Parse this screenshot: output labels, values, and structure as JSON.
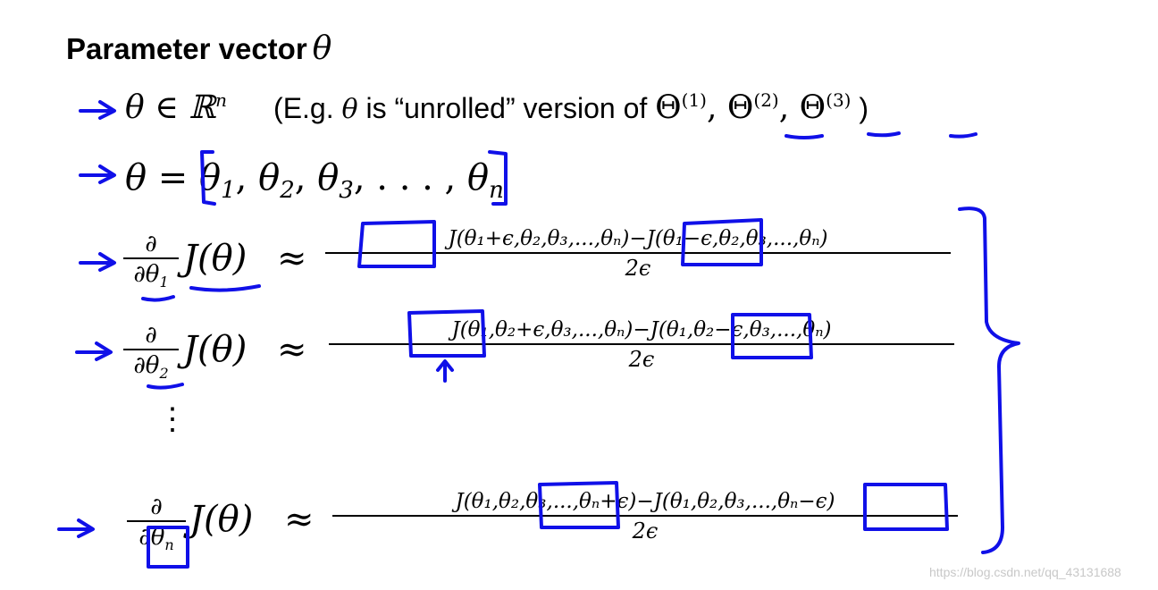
{
  "slide": {
    "title": "Parameter vector",
    "title_symbol": "θ",
    "line1": {
      "math": "θ ∈ ℝ",
      "math_exp": "n",
      "eg_prefix": "(E.g. ",
      "eg_theta": "θ",
      "eg_text": " is “unrolled” version of  ",
      "theta_list": [
        {
          "base": "Θ",
          "sup": "(1)"
        },
        {
          "base": "Θ",
          "sup": "(2)"
        },
        {
          "base": "Θ",
          "sup": "(3)"
        }
      ],
      "eg_suffix": " )"
    },
    "line2": {
      "lhs": "θ = ",
      "items": [
        {
          "base": "θ",
          "sub": "1"
        },
        {
          "base": "θ",
          "sub": "2"
        },
        {
          "base": "θ",
          "sub": "3"
        }
      ],
      "ellipsis": ", . . . , ",
      "last": {
        "base": "θ",
        "sub": "n"
      }
    },
    "derivatives": [
      {
        "d_num": "∂",
        "d_den": "∂θ",
        "d_den_sub": "1",
        "func": "J(θ)",
        "approx": "≈",
        "numerator": "J(θ₁+ϵ,θ₂,θ₃,...,θₙ)−J(θ₁−ϵ,θ₂,θ₃,...,θₙ)",
        "denominator": "2ϵ"
      },
      {
        "d_num": "∂",
        "d_den": "∂θ",
        "d_den_sub": "2",
        "func": "J(θ)",
        "approx": "≈",
        "numerator": "J(θ₁,θ₂+ϵ,θ₃,...,θₙ)−J(θ₁,θ₂−ϵ,θ₃,...,θₙ)",
        "denominator": "2ϵ"
      },
      {
        "d_num": "∂",
        "d_den": "∂θ",
        "d_den_sub": "n",
        "func": "J(θ)",
        "approx": "≈",
        "numerator": "J(θ₁,θ₂,θ₃,...,θₙ+ϵ)−J(θ₁,θ₂,θ₃,...,θₙ−ϵ)",
        "denominator": "2ϵ"
      }
    ],
    "vdots": "⋮",
    "watermark": "https://blog.csdn.net/qq_43131688",
    "ink_color": "#1010e8"
  }
}
